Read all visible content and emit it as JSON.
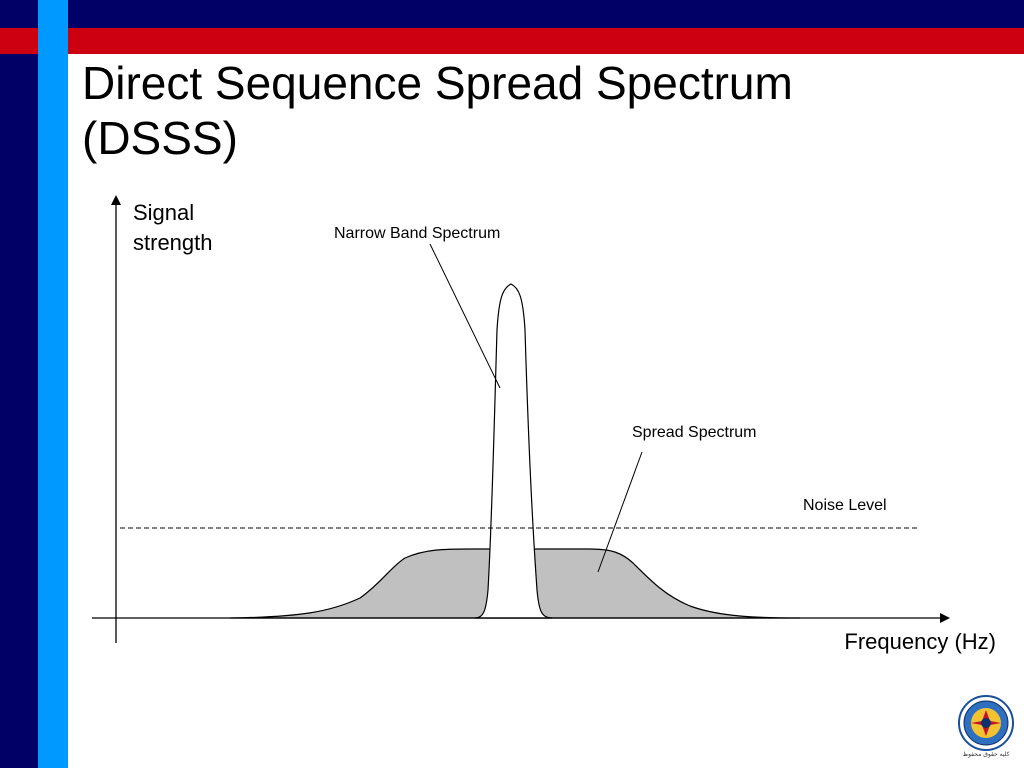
{
  "slide": {
    "title_line1": "Direct Sequence Spread Spectrum",
    "title_line2": "(DSSS)"
  },
  "diagram": {
    "y_axis_label_line1": "Signal",
    "y_axis_label_line2": "strength",
    "x_axis_label": "Frequency (Hz)",
    "narrow_band_label": "Narrow Band Spectrum",
    "spread_spectrum_label": "Spread Spectrum",
    "noise_level_label": "Noise Level",
    "spread_fill_color": "#c0c0c0"
  },
  "seal": {
    "icon": "university-seal-icon",
    "caption": "كلیه حقوق محفوظ"
  }
}
